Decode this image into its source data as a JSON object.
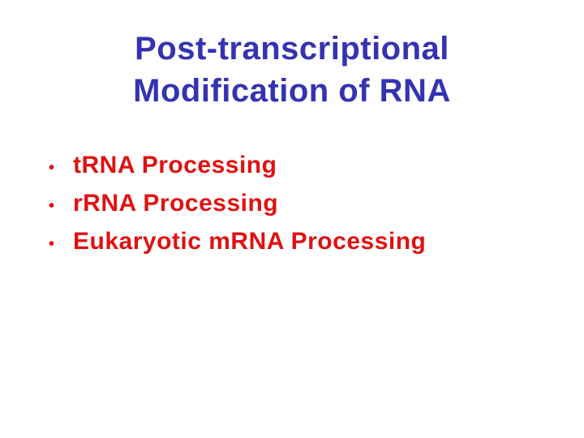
{
  "slide": {
    "title": {
      "line1": "Post-transcriptional",
      "line2": "Modification of RNA"
    },
    "bullet_char": "•",
    "bullets": [
      {
        "label": "tRNA Processing"
      },
      {
        "label": "rRNA Processing"
      },
      {
        "label": "Eukaryotic mRNA Processing"
      }
    ],
    "colors": {
      "background": "#ffffff",
      "title_text": "#3433b2",
      "bullet_text": "#e01111"
    }
  }
}
